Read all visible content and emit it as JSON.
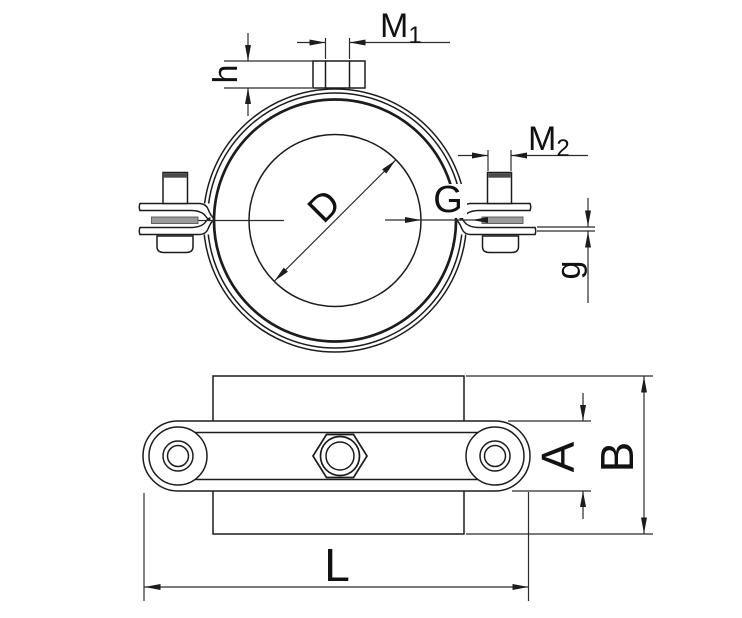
{
  "diagram": {
    "labels": {
      "m1": {
        "base": "M",
        "sub": "1"
      },
      "m2": {
        "base": "M",
        "sub": "2"
      },
      "h": "h",
      "d": "D",
      "g_upper": "G",
      "g_lower": "g",
      "a": "A",
      "b": "B",
      "l": "L"
    },
    "colors": {
      "outline": "#1c1c1c",
      "dimension_line": "#2b2b2b",
      "bolt_shaft_fill": "#9a9a9a",
      "bolt_cap_fill": "#4a4a4a",
      "background": "#ffffff"
    }
  }
}
